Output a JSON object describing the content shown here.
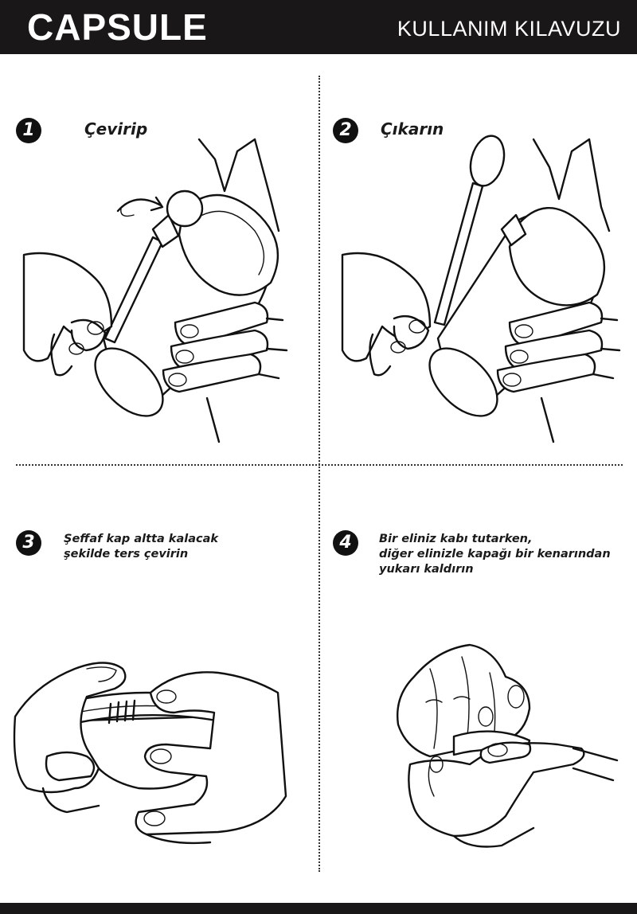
{
  "header": {
    "brand": "CAPSULE",
    "subtitle": "KULLANIM KILAVUZU"
  },
  "steps": [
    {
      "number": "1",
      "lines": [
        "Çevirip"
      ]
    },
    {
      "number": "2",
      "lines": [
        "Çıkarın"
      ]
    },
    {
      "number": "3",
      "lines": [
        "Şeffaf kap altta kalacak",
        "şekilde ters çevirin"
      ]
    },
    {
      "number": "4",
      "lines": [
        "Bir eliniz kabı tutarken,",
        "diğer elinizle kapağı bir kenarından",
        "yukarı kaldırın"
      ]
    }
  ],
  "colors": {
    "header_bg": "#1a1718",
    "header_text": "#ffffff",
    "ink": "#111111"
  }
}
